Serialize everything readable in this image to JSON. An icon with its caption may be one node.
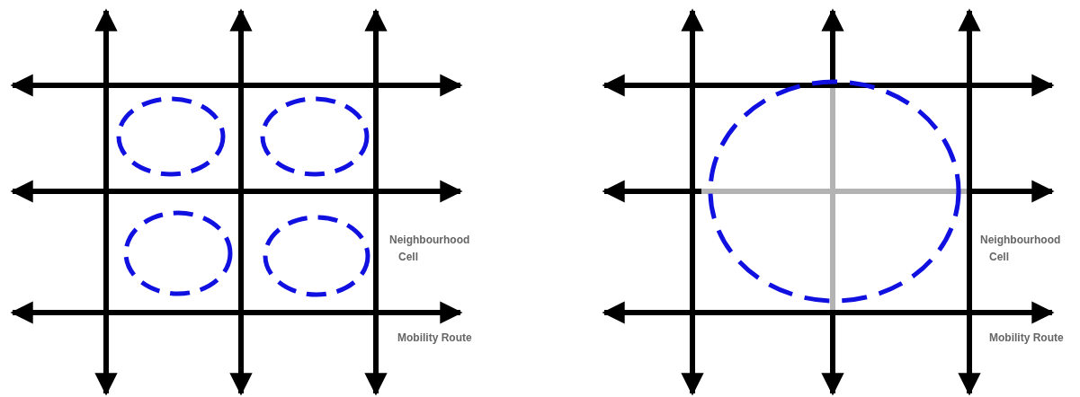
{
  "diagram": {
    "labels": [
      "Neighbourhood Cell",
      "Mobility Route",
      "Neighbourhood Cell",
      "Mobility Route"
    ]
  }
}
